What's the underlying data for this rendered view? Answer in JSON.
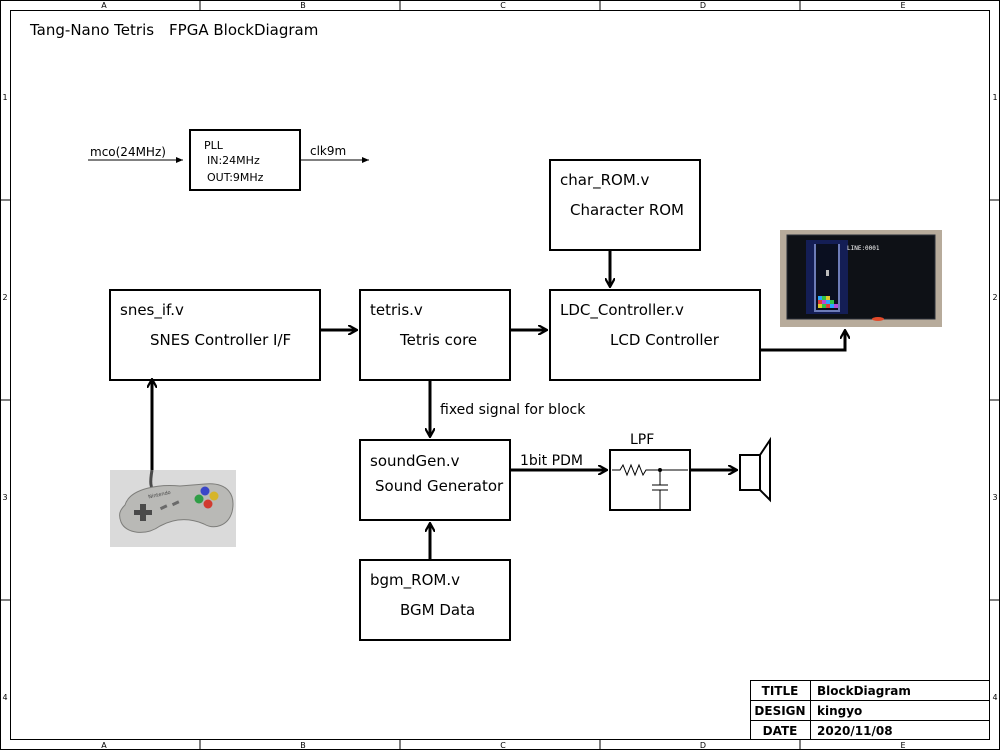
{
  "sheet": {
    "title": "Tang-Nano Tetris　FPGA BlockDiagram",
    "col_labels": [
      "A",
      "B",
      "C",
      "D",
      "E"
    ],
    "row_labels": [
      "1",
      "2",
      "3",
      "4"
    ]
  },
  "clock": {
    "input_label": "mco(24MHz)",
    "pll_name": "PLL",
    "pll_in": "IN:24MHz",
    "pll_out": "OUT:9MHz",
    "output_label": "clk9m"
  },
  "blocks": {
    "snes_if": {
      "file": "snes_if.v",
      "desc": "SNES Controller I/F"
    },
    "tetris": {
      "file": "tetris.v",
      "desc": "Tetris core"
    },
    "lcd": {
      "file": "LDC_Controller.v",
      "desc": "LCD Controller"
    },
    "char_rom": {
      "file": "char_ROM.v",
      "desc": "Character ROM"
    },
    "sound": {
      "file": "soundGen.v",
      "desc": "Sound Generator"
    },
    "bgm_rom": {
      "file": "bgm_ROM.v",
      "desc": "BGM Data"
    }
  },
  "signals": {
    "fixed": "fixed signal for block",
    "pdm": "1bit PDM",
    "lpf": "LPF"
  },
  "photos": {
    "lcd_screen_text": "LINE:0001",
    "gamepad_brand": "Nintendo"
  },
  "title_block": {
    "title_key": "TITLE",
    "title_value": "BlockDiagram",
    "design_key": "DESIGN",
    "design_value": "kingyo",
    "date_key": "DATE",
    "date_value": "2020/11/08"
  }
}
